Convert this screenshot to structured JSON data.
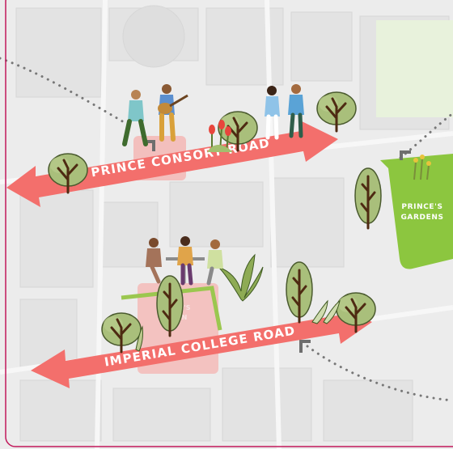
{
  "roads": {
    "prince_consort": "PRINCE CONSORT ROAD",
    "imperial_college": "IMPERIAL COLLEGE ROAD"
  },
  "parks": {
    "princes_gardens_line1": "PRINCE'S",
    "princes_gardens_line2": "GARDENS",
    "faded_green_line1": "Q'S",
    "faded_green_line2": "N"
  },
  "colors": {
    "arrow": "#f36f6c",
    "park_green": "#8cc63f",
    "frame": "#c2185b",
    "route_dots": "#777777",
    "map_base": "#ececec",
    "building": "#e2e2e2"
  },
  "icons": [
    "tree-icon",
    "person-icon",
    "guitar-icon",
    "table-icon",
    "tulip-icon",
    "fern-icon",
    "corner-marker-icon"
  ]
}
